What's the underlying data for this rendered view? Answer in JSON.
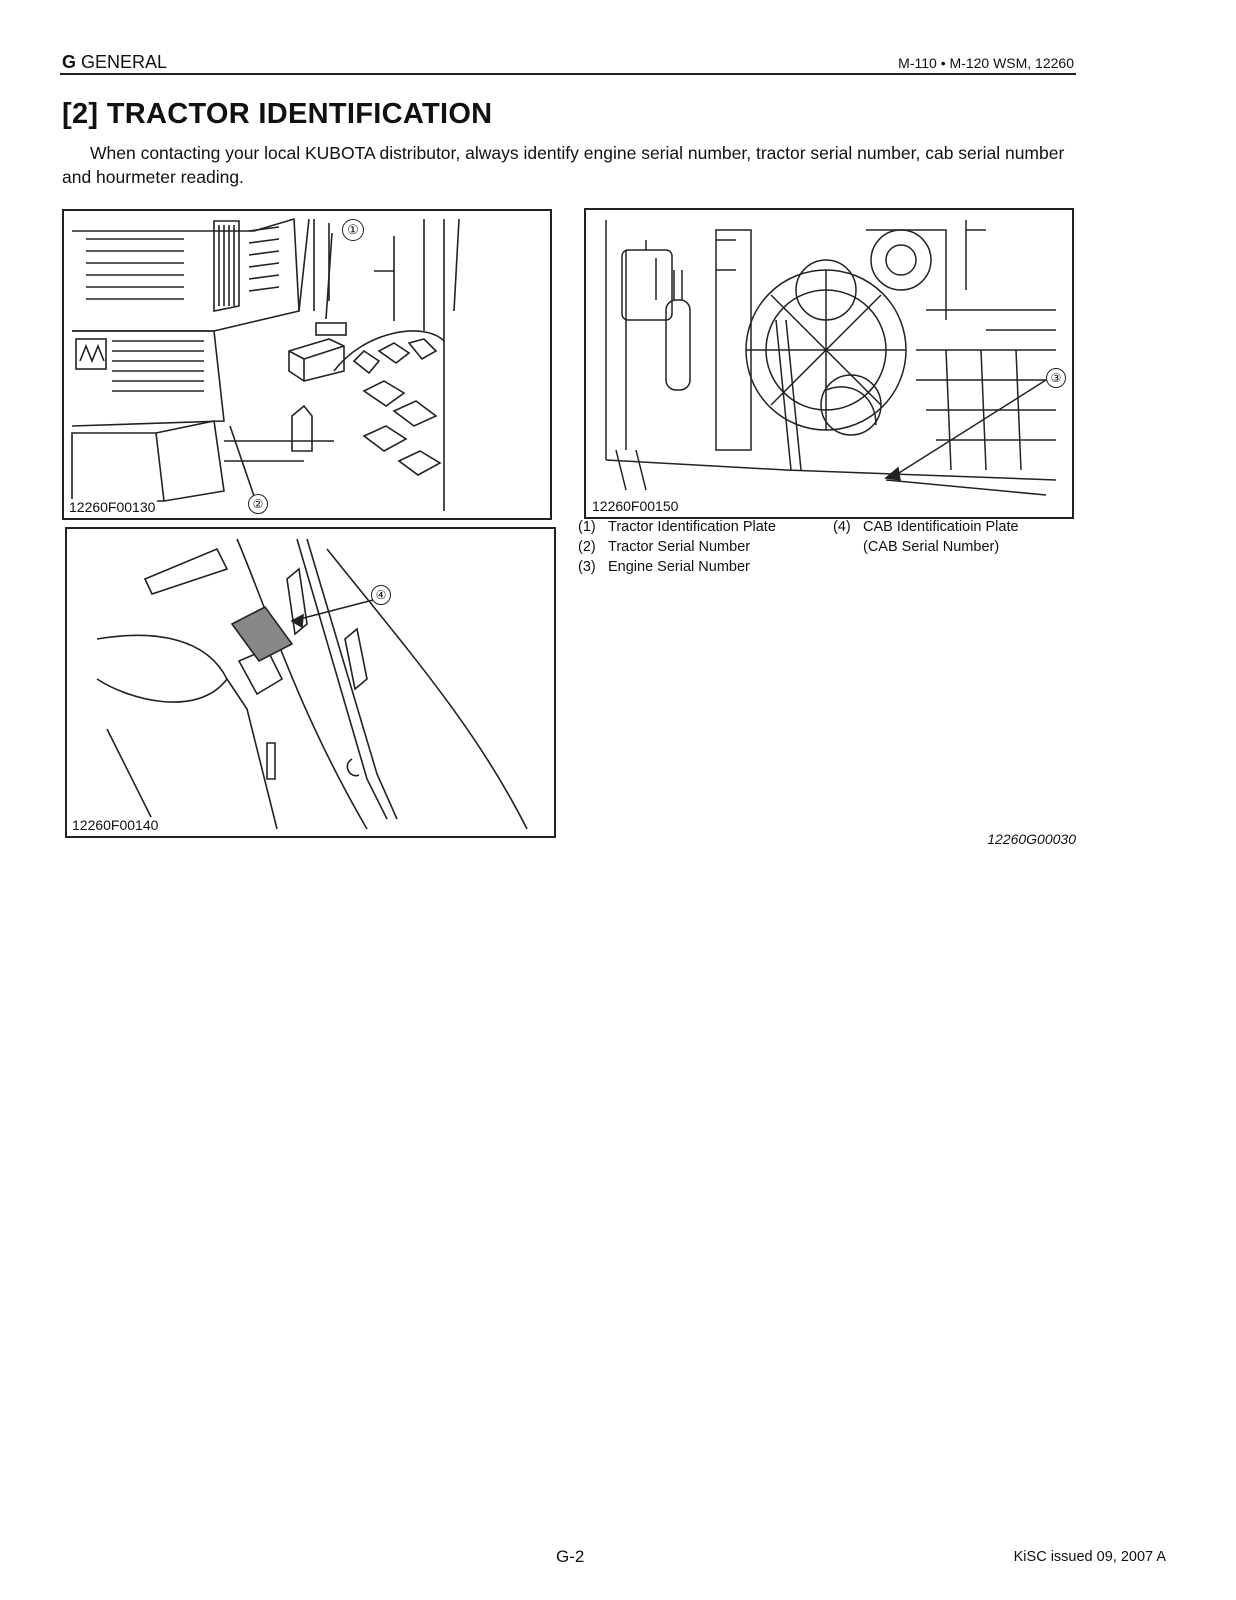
{
  "header": {
    "section_letter": "G",
    "section_name": "GENERAL",
    "manual_ref": "M-110 • M-120 WSM, 12260"
  },
  "title": "[2] TRACTOR IDENTIFICATION",
  "intro": "When contacting your local KUBOTA distributor, always identify engine serial number, tractor serial number, cab serial number and hourmeter reading.",
  "figures": [
    {
      "code": "12260F00130",
      "callouts": [
        "①",
        "②"
      ]
    },
    {
      "code": "12260F00140",
      "callouts": [
        "④"
      ]
    },
    {
      "code": "12260F00150",
      "callouts": [
        "③"
      ]
    }
  ],
  "legend": [
    {
      "num": "(1)",
      "text": "Tractor Identification Plate"
    },
    {
      "num": "(2)",
      "text": "Tractor Serial Number"
    },
    {
      "num": "(3)",
      "text": "Engine Serial Number"
    },
    {
      "num": "(4)",
      "text": "CAB Identificatioin Plate",
      "text2": "(CAB Serial Number)"
    }
  ],
  "doc_ref": "12260G00030",
  "footer": {
    "page_number": "G-2",
    "issued": "KiSC issued 09, 2007 A"
  }
}
